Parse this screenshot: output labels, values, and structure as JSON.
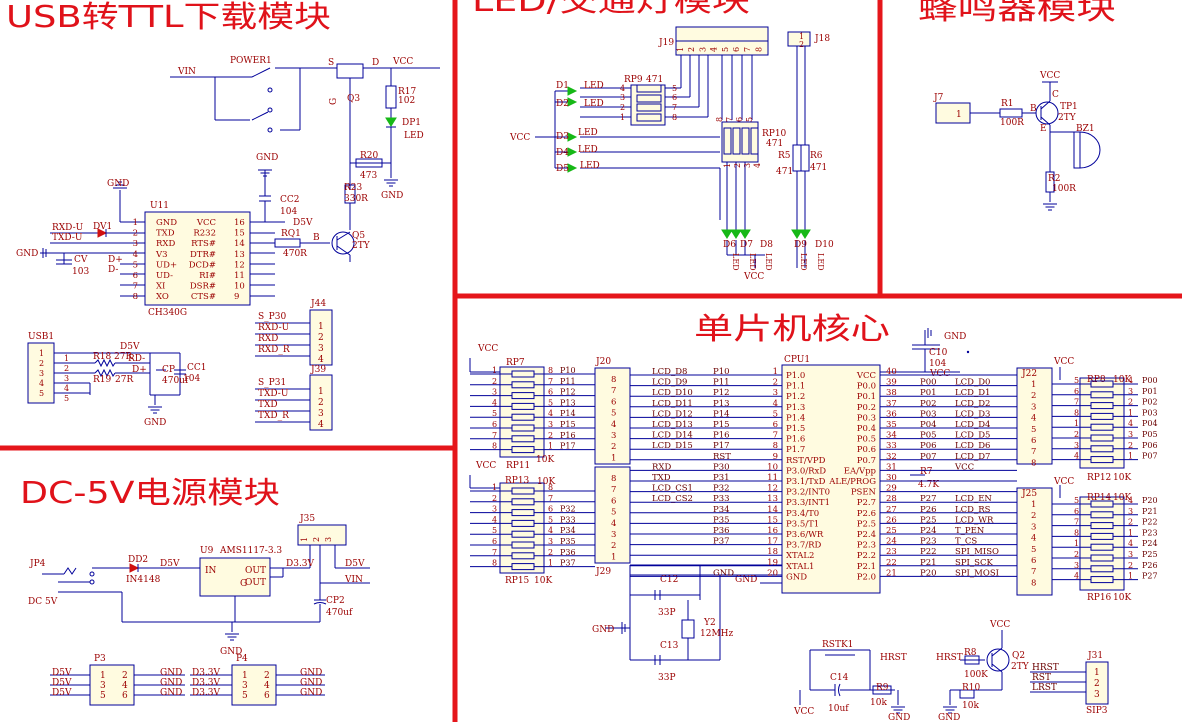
{
  "sections": {
    "usb_ttl": "USB转TTL下载模块",
    "led_traffic": "LED/交通灯模块",
    "buzzer": "蜂鸣器模块",
    "power": "DC-5V电源模块",
    "mcu": "单片机核心"
  },
  "usb": {
    "vin": "VIN",
    "power_switch": "POWER1",
    "s": "S",
    "d": "D",
    "g": "G",
    "vcc": "VCC",
    "q3": "Q3",
    "r17": "R17",
    "r17_val": "102",
    "dp1": "DP1",
    "led": "LED",
    "gnd": "GND",
    "r20": "R20",
    "r20_val": "473",
    "r23": "R23",
    "r23_val": "330R",
    "cc2": "CC2",
    "cc2_val": "104",
    "u11": "U11",
    "d5v": "D5V",
    "ic": "CH340G",
    "pins_left": [
      {
        "n": "1",
        "name": "GND"
      },
      {
        "n": "2",
        "name": "TXD"
      },
      {
        "n": "3",
        "name": "RXD"
      },
      {
        "n": "4",
        "name": "V3"
      },
      {
        "n": "5",
        "name": "UD+"
      },
      {
        "n": "6",
        "name": "UD-"
      },
      {
        "n": "7",
        "name": "XI"
      },
      {
        "n": "8",
        "name": "XO"
      }
    ],
    "pins_right": [
      {
        "n": "16",
        "name": "VCC"
      },
      {
        "n": "15",
        "name": "R232"
      },
      {
        "n": "14",
        "name": "RTS#"
      },
      {
        "n": "13",
        "name": "DTR#"
      },
      {
        "n": "12",
        "name": "DCD#"
      },
      {
        "n": "11",
        "name": "RI#"
      },
      {
        "n": "10",
        "name": "DSR#"
      },
      {
        "n": "9",
        "name": "CTS#"
      }
    ],
    "rxd_u": "RXD-U",
    "txd_u": "TXD-U",
    "dv1": "DV1",
    "cv": "CV",
    "cv_val": "103",
    "dplus": "D+",
    "dminus": "D-",
    "rq1": "RQ1",
    "rq1_val": "470R",
    "b": "B",
    "q5": "Q5",
    "q5_type": "2TY",
    "usb1": "USB1",
    "r18": "R18",
    "r18_val": "27R",
    "r19": "R19",
    "r19_val": "27R",
    "rd_minus": "RD-",
    "cp": "CP",
    "cp_val": "470uf",
    "cc1": "CC1",
    "cc1_val": "104",
    "usb_pins": [
      "1",
      "2",
      "3",
      "4",
      "5"
    ],
    "j44": "J44",
    "j44_labels": [
      "S_P30",
      "RXD-U",
      "RXD",
      "RXD_R"
    ],
    "j39": "J39",
    "j39_labels": [
      "S_P31",
      "TXD-U",
      "TXD",
      "TXD_R"
    ],
    "jpins": [
      "1",
      "2",
      "3",
      "4"
    ]
  },
  "led": {
    "j19": "J19",
    "j19_pins": [
      "1",
      "2",
      "3",
      "4",
      "5",
      "6",
      "7",
      "8"
    ],
    "rp9": "RP9",
    "rp9_val": "471",
    "d1": "D1",
    "d2": "D2",
    "d3": "D3",
    "d4": "D4",
    "d5": "D5",
    "led": "LED",
    "vcc": "VCC",
    "rp10": "RP10",
    "rp10_val": "471",
    "r5": "R5",
    "r5_val": "471",
    "r6": "R6",
    "r6_val": "471",
    "j18": "J18",
    "j18_pins": [
      "1",
      "2"
    ],
    "d6": "D6",
    "d7": "D7",
    "d8": "D8",
    "d9": "D9",
    "d10": "D10",
    "rp9_pins_left": [
      "4",
      "3",
      "2",
      "1"
    ],
    "rp9_pins_right": [
      "5",
      "6",
      "7",
      "8"
    ],
    "rp10_top": [
      "8",
      "7",
      "6",
      "5"
    ],
    "rp10_bot": [
      "1",
      "2",
      "3",
      "4"
    ]
  },
  "buzzer": {
    "vcc": "VCC",
    "j7": "J7",
    "pin": "1",
    "r1": "R1",
    "r1_val": "100R",
    "b": "B",
    "tp1": "TP1",
    "tp1_type": "2TY",
    "c": "C",
    "e": "E",
    "bz1": "BZ1",
    "r2": "R2",
    "r2_val": "100R"
  },
  "power": {
    "jp4": "JP4",
    "dc": "DC 5V",
    "dd2": "DD2",
    "dd2_part": "IN4148",
    "d5v": "D5V",
    "u9": "U9",
    "ic": "AMS1117-3.3",
    "in": "IN",
    "out": "OUT",
    "g": "G",
    "d33": "D3.3V",
    "vin": "VIN",
    "j35": "J35",
    "j35_pins": [
      "1",
      "2",
      "3"
    ],
    "cp2": "CP2",
    "cp2_val": "470uf",
    "gnd": "GND",
    "p3": "P3",
    "p4": "P4",
    "hdr_pins": [
      "1",
      "2",
      "3",
      "4",
      "5",
      "6"
    ]
  },
  "mcu": {
    "gnd": "GND",
    "c10": "C10",
    "c10_val": "104",
    "vcc": "VCC",
    "cpu": "CPU1",
    "left_pins": [
      {
        "n": "1",
        "name": "P1.0",
        "net": "P10",
        "lbl": "LCD_D8"
      },
      {
        "n": "2",
        "name": "P1.1",
        "net": "P11",
        "lbl": "LCD_D9"
      },
      {
        "n": "3",
        "name": "P1.2",
        "net": "P12",
        "lbl": "LCD_D10"
      },
      {
        "n": "4",
        "name": "P1.3",
        "net": "P13",
        "lbl": "LCD_D11"
      },
      {
        "n": "5",
        "name": "P1.4",
        "net": "P14",
        "lbl": "LCD_D12"
      },
      {
        "n": "6",
        "name": "P1.5",
        "net": "P15",
        "lbl": "LCD_D13"
      },
      {
        "n": "7",
        "name": "P1.6",
        "net": "P16",
        "lbl": "LCD_D14"
      },
      {
        "n": "8",
        "name": "P1.7",
        "net": "P17",
        "lbl": "LCD_D15"
      },
      {
        "n": "9",
        "name": "RST/VPD",
        "net": "RST",
        "lbl": ""
      },
      {
        "n": "10",
        "name": "P3.0/RxD",
        "net": "P30",
        "lbl": "RXD"
      },
      {
        "n": "11",
        "name": "P3.1/TxD",
        "net": "P31",
        "lbl": "TXD"
      },
      {
        "n": "12",
        "name": "P3.2/INT0",
        "net": "P32",
        "lbl": "LCD_CS1"
      },
      {
        "n": "13",
        "name": "P3.3/INT1",
        "net": "P33",
        "lbl": "LCD_CS2"
      },
      {
        "n": "14",
        "name": "P3.4/T0",
        "net": "P34",
        "lbl": ""
      },
      {
        "n": "15",
        "name": "P3.5/T1",
        "net": "P35",
        "lbl": ""
      },
      {
        "n": "16",
        "name": "P3.6/WR",
        "net": "P36",
        "lbl": ""
      },
      {
        "n": "17",
        "name": "P3.7/RD",
        "net": "P37",
        "lbl": ""
      },
      {
        "n": "18",
        "name": "XTAL2",
        "net": "",
        "lbl": ""
      },
      {
        "n": "19",
        "name": "XTAL1",
        "net": "",
        "lbl": ""
      },
      {
        "n": "20",
        "name": "GND",
        "net": "GND",
        "lbl": ""
      }
    ],
    "right_pins": [
      {
        "n": "40",
        "name": "VCC",
        "net": "",
        "lbl": ""
      },
      {
        "n": "39",
        "name": "P0.0",
        "net": "P00",
        "lbl": "LCD_D0"
      },
      {
        "n": "38",
        "name": "P0.1",
        "net": "P01",
        "lbl": "LCD_D1"
      },
      {
        "n": "37",
        "name": "P0.2",
        "net": "P02",
        "lbl": "LCD_D2"
      },
      {
        "n": "36",
        "name": "P0.3",
        "net": "P03",
        "lbl": "LCD_D3"
      },
      {
        "n": "35",
        "name": "P0.4",
        "net": "P04",
        "lbl": "LCD_D4"
      },
      {
        "n": "34",
        "name": "P0.5",
        "net": "P05",
        "lbl": "LCD_D5"
      },
      {
        "n": "33",
        "name": "P0.6",
        "net": "P06",
        "lbl": "LCD_D6"
      },
      {
        "n": "32",
        "name": "P0.7",
        "net": "P07",
        "lbl": "LCD_D7"
      },
      {
        "n": "31",
        "name": "EA/Vpp",
        "net": "",
        "lbl": "VCC"
      },
      {
        "n": "30",
        "name": "ALE/PROG",
        "net": "",
        "lbl": ""
      },
      {
        "n": "29",
        "name": "PSEN",
        "net": "",
        "lbl": ""
      },
      {
        "n": "28",
        "name": "P2.7",
        "net": "P27",
        "lbl": "LCD_EN"
      },
      {
        "n": "27",
        "name": "P2.6",
        "net": "P26",
        "lbl": "LCD_RS"
      },
      {
        "n": "26",
        "name": "P2.5",
        "net": "P25",
        "lbl": "LCD_WR"
      },
      {
        "n": "25",
        "name": "P2.4",
        "net": "P24",
        "lbl": "T_PEN"
      },
      {
        "n": "24",
        "name": "P2.3",
        "net": "P23",
        "lbl": "T_CS"
      },
      {
        "n": "23",
        "name": "P2.2",
        "net": "P22",
        "lbl": "SPI_MISO"
      },
      {
        "n": "22",
        "name": "P2.1",
        "net": "P21",
        "lbl": "SPI_SCK"
      },
      {
        "n": "21",
        "name": "P2.0",
        "net": "P20",
        "lbl": "SPI_MOSI"
      }
    ],
    "r7": "R7",
    "r7_val": "4.7K",
    "rp7": "RP7",
    "rp7_val": "10K",
    "rp11": "RP11",
    "rp11_val": "10K",
    "rp13": "RP13",
    "rp13_val": "10K",
    "rp15": "RP15",
    "rp15_val": "10K",
    "rp8": "RP8",
    "rp8_val": "10K",
    "rp12": "RP12",
    "rp12_val": "10K",
    "rp14": "RP14",
    "rp14_val": "10K",
    "rp16": "RP16",
    "rp16_val": "10K",
    "j20": "J20",
    "j29": "J29",
    "j22": "J22",
    "j25": "J25",
    "rp7_nets": [
      "P10",
      "P11",
      "P12",
      "P13",
      "P14",
      "P15",
      "P16",
      "P17"
    ],
    "rp13_nets": [
      "",
      "",
      "P32",
      "P33",
      "P34",
      "P35",
      "P36",
      "P37"
    ],
    "rp8_nets": [
      "P00",
      "P01",
      "P02",
      "P03",
      "P04",
      "P05",
      "P06",
      "P07"
    ],
    "rp14_nets": [
      "P20",
      "P21",
      "P22",
      "P23",
      "P24",
      "P25",
      "P26",
      "P27"
    ],
    "rp_left_a": [
      "1",
      "2",
      "3",
      "4",
      "5",
      "6",
      "7",
      "8"
    ],
    "rp_left_b": [
      "8",
      "7",
      "6",
      "5",
      "4",
      "3",
      "2",
      "1"
    ],
    "rp_right_a": [
      "5",
      "6",
      "7",
      "8",
      "1",
      "2",
      "3",
      "4"
    ],
    "rp_right_b": [
      "4",
      "3",
      "2",
      "1",
      "4",
      "3",
      "2",
      "1"
    ],
    "conn_desc": [
      "8",
      "7",
      "6",
      "5",
      "4",
      "3",
      "2",
      "1"
    ],
    "conn_asc": [
      "1",
      "2",
      "3",
      "4",
      "5",
      "6",
      "7",
      "8"
    ],
    "c12": "C12",
    "c12_val": "33P",
    "c13": "C13",
    "c13_val": "33P",
    "y2": "Y2",
    "y2_val": "12MHz",
    "rstk": "RSTK1",
    "hrst": "HRST",
    "c14": "C14",
    "c14_val": "10uf",
    "r9": "R9",
    "r9_val": "10k",
    "r8": "R8",
    "r8_val": "100K",
    "q2": "Q2",
    "q2_type": "2TY",
    "r10": "R10",
    "r10_val": "10k",
    "j31": "J31",
    "j31_labels": [
      "HRST",
      "RST",
      "LRST"
    ],
    "j31_pins": [
      "1",
      "2",
      "3"
    ],
    "sip3": "SIP3"
  },
  "colors": {
    "wire": "#00009a",
    "text": "#9b0000",
    "net": "#6a0000",
    "divider": "#e5161b",
    "body": "#fffbe0",
    "title": "#e0121a",
    "led": "#16b816"
  }
}
